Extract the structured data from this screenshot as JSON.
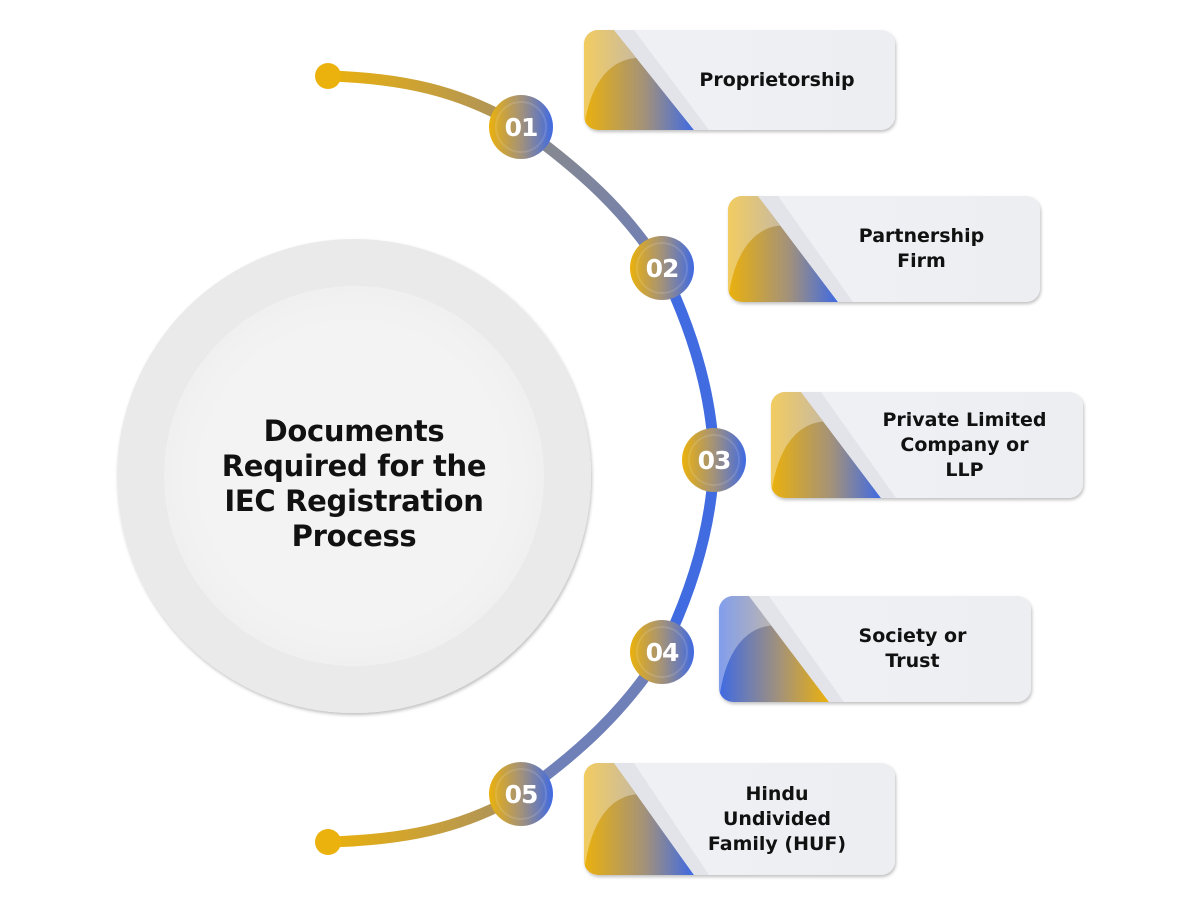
{
  "title": "Documents Required for the IEC Registration Process",
  "hub": {
    "lines": [
      "Documents",
      "Required for the",
      "IEC Registration",
      "Process"
    ]
  },
  "colors": {
    "gold": "#EBB10C",
    "blue": "#416BE0",
    "gray_mid": "#8A8A88",
    "hub_outer": "#EAEAEA",
    "hub_inner": "#F3F3F3",
    "card_bg": "#EEF0F3"
  },
  "steps": [
    {
      "number": "01",
      "label_lines": [
        "Proprietorship"
      ],
      "accent": "gold-to-blue"
    },
    {
      "number": "02",
      "label_lines": [
        "Partnership",
        "Firm"
      ],
      "accent": "gold-to-blue"
    },
    {
      "number": "03",
      "label_lines": [
        "Private Limited",
        "Company or",
        "LLP"
      ],
      "accent": "gold-to-blue"
    },
    {
      "number": "04",
      "label_lines": [
        "Society or",
        "Trust"
      ],
      "accent": "blue-to-gold"
    },
    {
      "number": "05",
      "label_lines": [
        "Hindu",
        "Undivided",
        "Family (HUF)"
      ],
      "accent": "gold-to-blue"
    }
  ]
}
